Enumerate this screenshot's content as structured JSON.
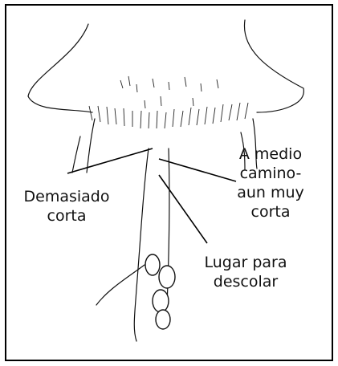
{
  "labels": {
    "too_short_line1": "Demasiado",
    "too_short_line2": "corta",
    "halfway_line1": "A medio",
    "halfway_line2": "camino-",
    "halfway_line3": "aun muy",
    "halfway_line4": "corta",
    "place_line1": "Lugar para",
    "place_line2": "descolar"
  },
  "colors": {
    "ink": "#111111",
    "background": "#ffffff"
  }
}
